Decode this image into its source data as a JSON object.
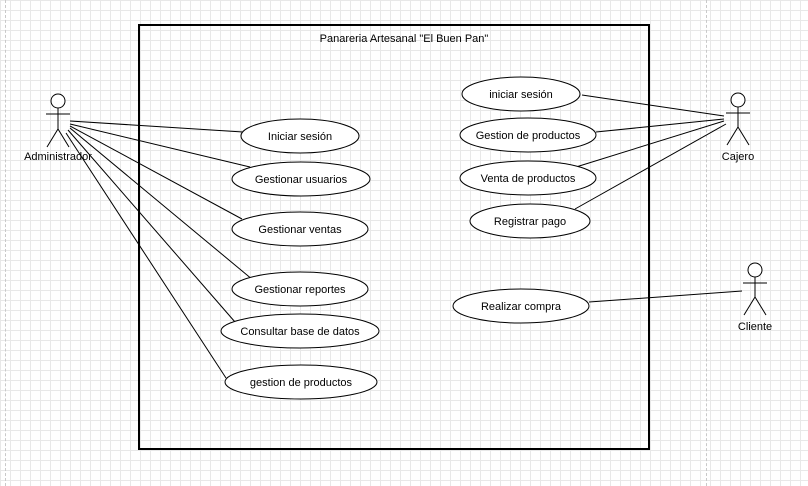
{
  "system": {
    "title": "Panareria Artesanal \"El Buen Pan\""
  },
  "actors": {
    "administrador": "Administrador",
    "cajero": "Cajero",
    "cliente": "Cliente"
  },
  "use_cases": {
    "admin": [
      "Iniciar sesión",
      "Gestionar usuarios",
      "Gestionar ventas",
      "Gestionar reportes",
      "Consultar base de datos",
      "gestion de productos"
    ],
    "cajero": [
      "iniciar sesión",
      "Gestion de productos",
      "Venta de productos",
      "Registrar pago"
    ],
    "cliente": [
      "Realizar compra"
    ]
  }
}
